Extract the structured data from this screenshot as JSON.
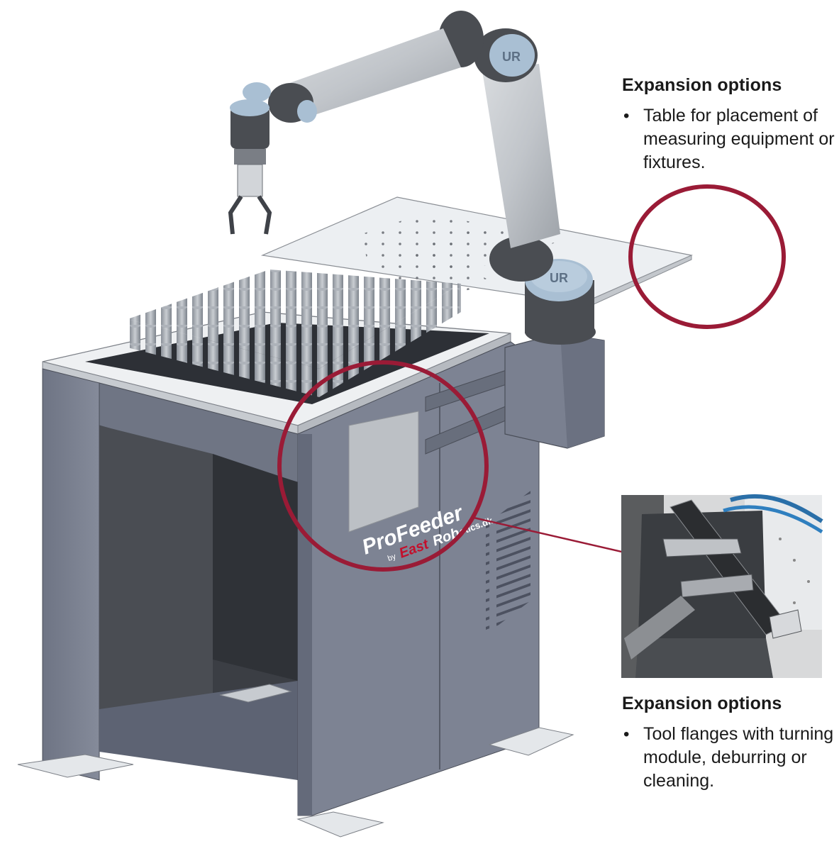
{
  "colors": {
    "highlight": "#9a1b36",
    "cabinet": "#7a8090",
    "cabinet_dark": "#5d6373",
    "robot_gray": "#bfc3c8",
    "robot_joint": "#4a4d52",
    "robot_cap": "#a9bfd3",
    "plate": "#eceff2"
  },
  "product": {
    "logo_main": "ProFeeder",
    "logo_by": "by",
    "logo_brand": "East",
    "logo_brand_rest": "Rob",
    "logo_domain": "otics.dk"
  },
  "robot": {
    "badge_upper": "UR",
    "badge_lower": "UR"
  },
  "annotations": {
    "top": {
      "heading": "Expansion options",
      "items": [
        "Table for placement of measuring equipment or fixtures."
      ]
    },
    "bottom": {
      "heading": "Expansion options",
      "items": [
        "Tool flanges with turning module, deburring or cleaning."
      ]
    }
  }
}
